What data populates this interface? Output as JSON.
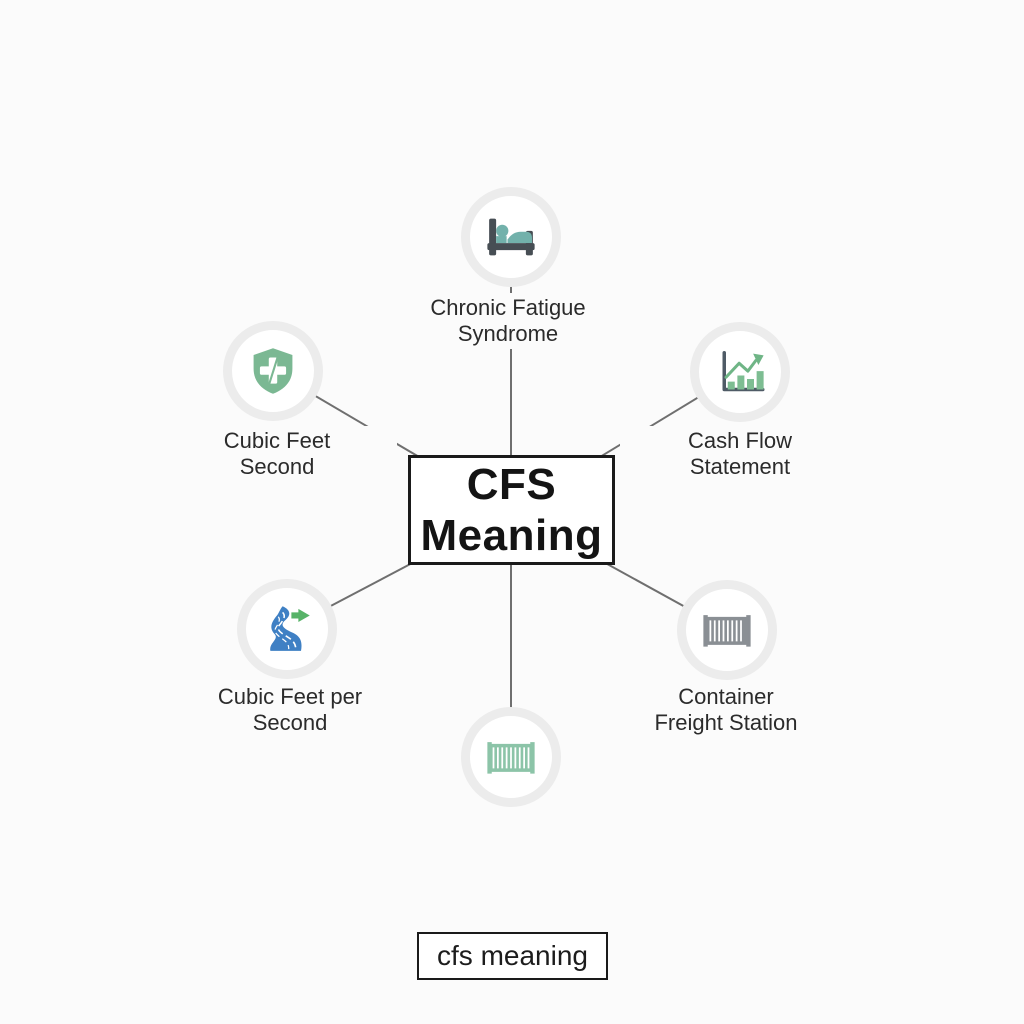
{
  "title_box": {
    "line1": "CFS",
    "line2": "Meaning"
  },
  "search_box": {
    "text": "cfs meaning"
  },
  "nodes": {
    "top": {
      "label": "Chronic Fatigue\nSyndrome",
      "icon": "bed-icon"
    },
    "left": {
      "label": "Cubic Feet\nSecond",
      "icon": "medical-shield-icon"
    },
    "right": {
      "label": "Cash Flow\nStatement",
      "icon": "growth-bar-chart-icon"
    },
    "bottom_left": {
      "label": "Cubic Feet per\nSecond",
      "icon": "river-flow-icon"
    },
    "bottom_right": {
      "label": "Container\nFreight Station",
      "icon": "cargo-container-gray-icon"
    },
    "bottom_center": {
      "label": "",
      "icon": "cargo-container-green-icon"
    }
  },
  "colors": {
    "background": "#fbfbfb",
    "connector_gray": "#6f6f6f",
    "label_text": "#2b2b2b",
    "box_border": "#1a1a1a",
    "circle_ring": "#ececec",
    "bed_teal": "#72b1ab",
    "bed_frame_gray": "#474e54",
    "shield_green": "#7bb893",
    "chart_bar_green": "#7dbd92",
    "chart_axis_slate": "#4f5b66",
    "river_blue": "#3f80c4",
    "arrow_green": "#57b368",
    "container_gray": "#8a8f94",
    "container_green": "#8cc4a8"
  }
}
